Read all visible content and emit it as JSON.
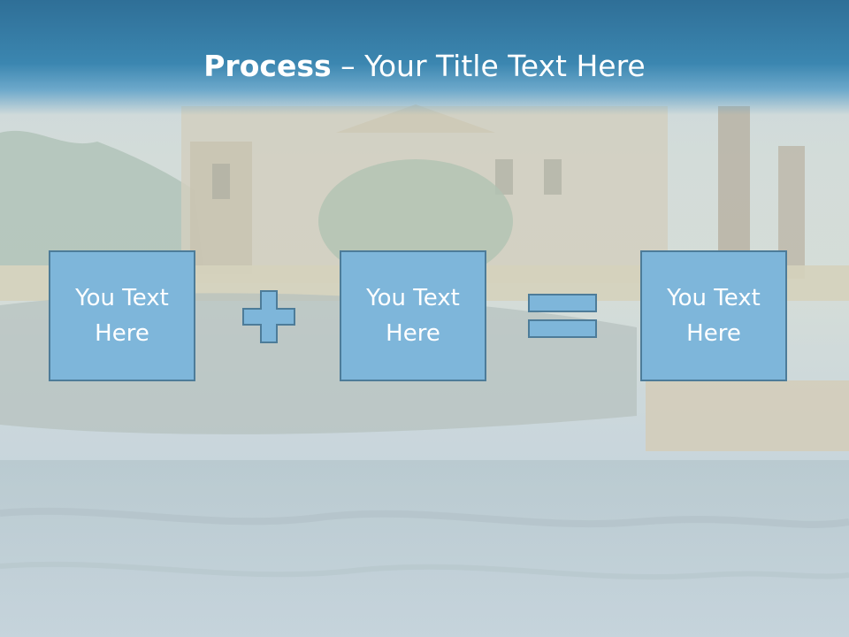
{
  "title": {
    "bold": "Process",
    "rest": " – Your Title Text Here"
  },
  "process": {
    "boxes": [
      {
        "label": "You Text Here"
      },
      {
        "label": "You Text Here"
      },
      {
        "label": "You Text Here"
      }
    ],
    "operators": [
      "plus",
      "equals"
    ]
  },
  "colors": {
    "header": "#3b86b0",
    "box_fill": "#7eb6da",
    "box_border": "#4d7c99",
    "text": "#ffffff"
  }
}
